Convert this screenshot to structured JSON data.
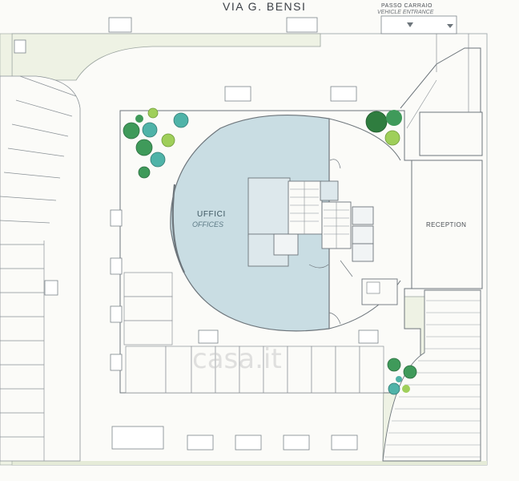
{
  "street_name": "VIA  G. BENSI",
  "entrance_label": "PASSO CARRAIO",
  "entrance_label_en": "VEHICLE ENTRANCE",
  "office_label": "UFFICI",
  "office_label_en": "OFFICES",
  "reception_label": "RECEPTION",
  "watermark": "casa.it",
  "colors": {
    "office_fill": "#c9dde3",
    "garden_fill": "#eef2e4",
    "wall": "#7c848a",
    "tree_green": "#3f9a5a",
    "tree_teal": "#4fb3a8",
    "plant_lime": "#9fcf5a"
  },
  "icons": [
    "tree-icon",
    "plant-icon",
    "door-swing-icon",
    "arrow-down-icon"
  ]
}
